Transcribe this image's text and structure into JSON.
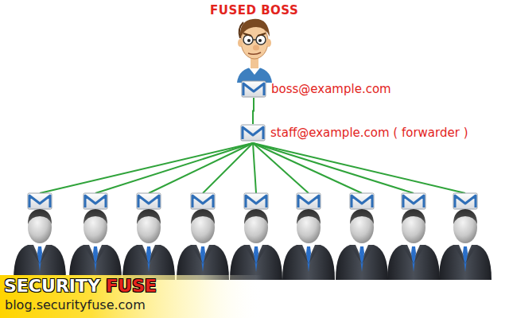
{
  "diagram": {
    "nodes": [
      {
        "text": [
          "boss@example.com"
        ]
      },
      {
        "text": [
          "staff@example.com ( forwarder )"
        ]
      }
    ],
    "edges": [
      {
        "from": 0,
        "to": 1,
        "arrow": "none"
      }
    ],
    "labels": [
      "FUSED BOSS",
      "SECURITY",
      "FUSE",
      "blog.securityfuse.com"
    ]
  }
}
